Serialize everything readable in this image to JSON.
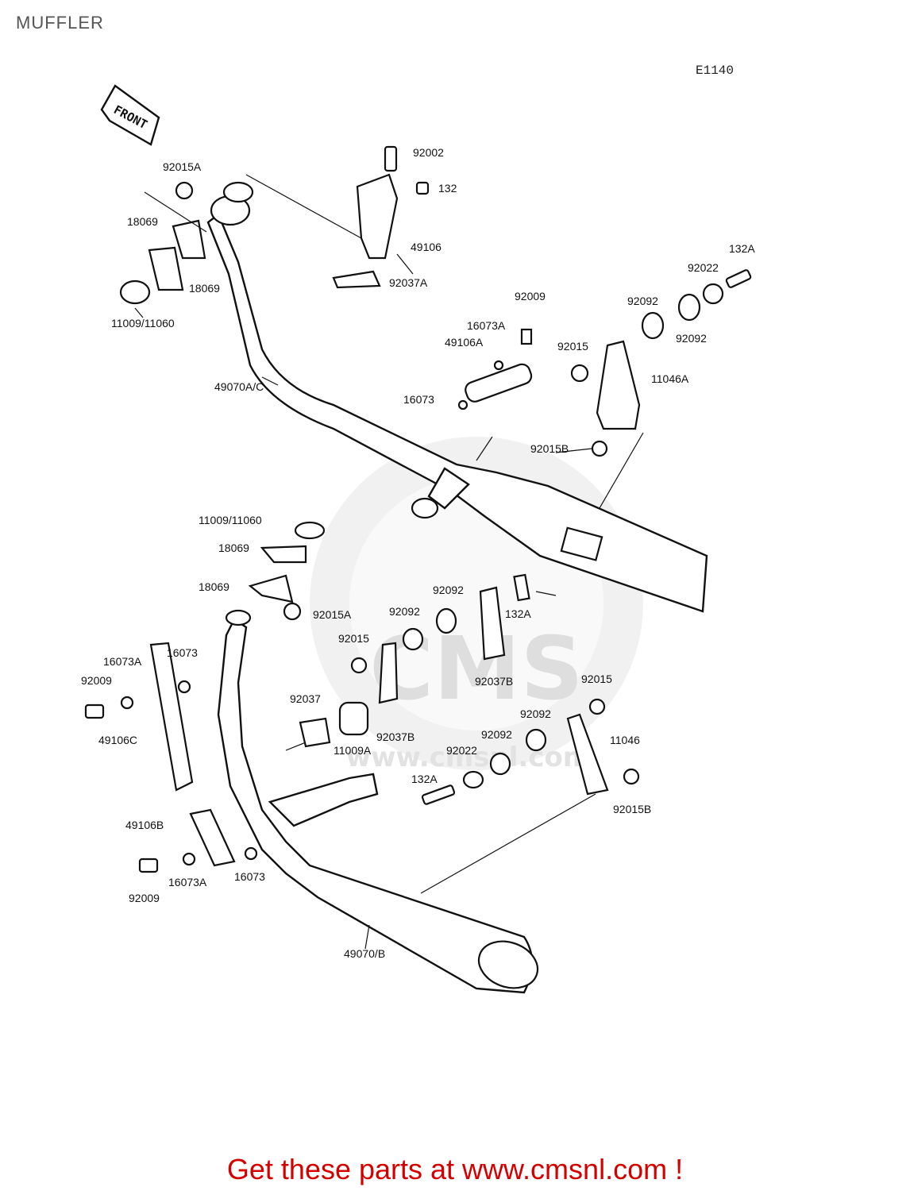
{
  "page": {
    "title": "MUFFLER",
    "code": "E1140",
    "footer": "Get these parts at www.cmsnl.com !"
  },
  "front_arrow": "FRONT",
  "watermark": {
    "brand": "CMS",
    "url": "www.cmsnl.com"
  },
  "labels": [
    "92015A",
    "18069",
    "18069",
    "11009/11060",
    "92002",
    "132",
    "49106",
    "92037A",
    "132A",
    "92022",
    "92092",
    "92092",
    "92009",
    "16073A",
    "49106A",
    "92015",
    "11046A",
    "49070A/C",
    "16073",
    "92015B",
    "11009/11060",
    "18069",
    "18069",
    "92015A",
    "132A",
    "92092",
    "92092",
    "92015",
    "92037B",
    "16073",
    "16073A",
    "92009",
    "49106C",
    "92037",
    "11009A",
    "92037B",
    "92015",
    "92092",
    "11046",
    "92092",
    "92022",
    "132A",
    "92015B",
    "49106B",
    "92009",
    "16073A",
    "16073",
    "49070/B"
  ]
}
